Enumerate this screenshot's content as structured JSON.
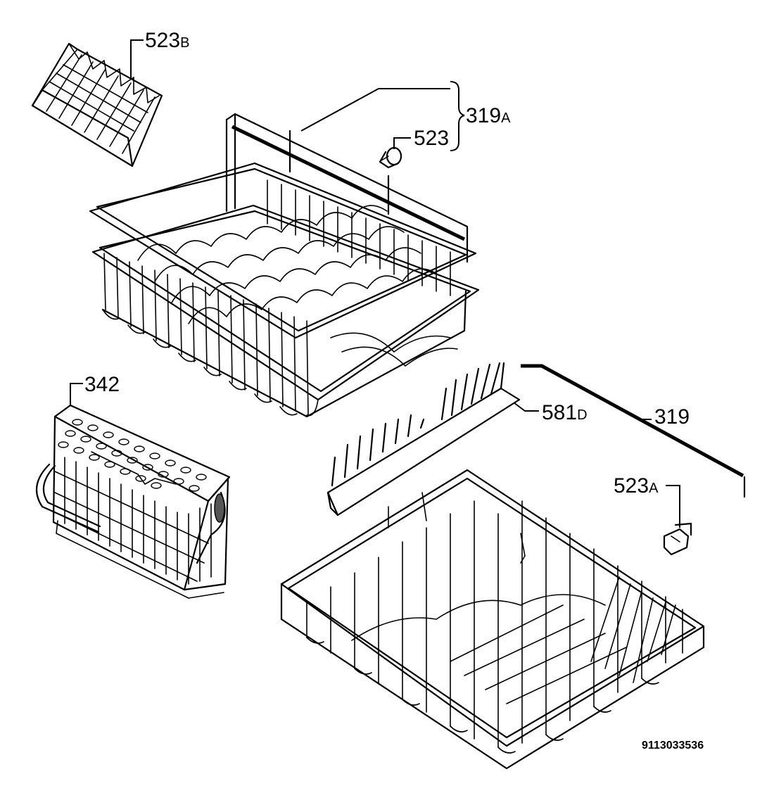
{
  "callouts": {
    "c523b": {
      "main": "523",
      "suffix": "B"
    },
    "c319a": {
      "main": "319",
      "suffix": "A"
    },
    "c523": {
      "main": "523",
      "suffix": ""
    },
    "c342": {
      "main": "342",
      "suffix": ""
    },
    "c581d": {
      "main": "581",
      "suffix": "D"
    },
    "c319": {
      "main": "319",
      "suffix": ""
    },
    "c523a": {
      "main": "523",
      "suffix": "A"
    }
  },
  "document_number": "9113033536"
}
